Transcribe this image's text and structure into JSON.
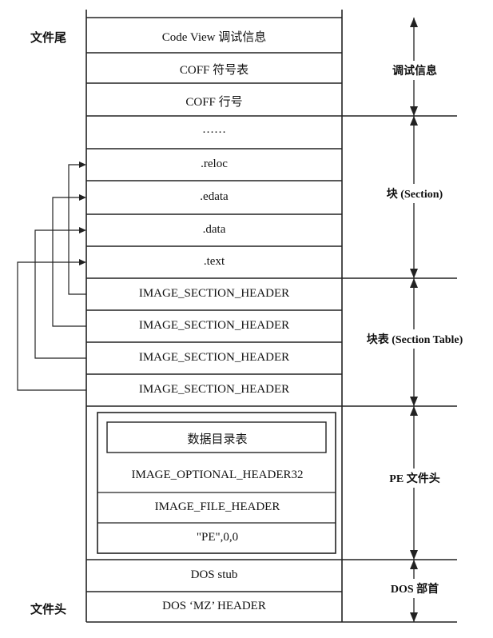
{
  "left_labels": {
    "file_end": "文件尾",
    "file_head": "文件头"
  },
  "cells": {
    "codeview": "Code View 调试信息",
    "coff_symbols": "COFF 符号表",
    "coff_lines": "COFF 行号",
    "ellipsis": "……",
    "reloc": ".reloc",
    "edata": ".edata",
    "data": ".data",
    "text": ".text",
    "section_header_1": "IMAGE_SECTION_HEADER",
    "section_header_2": "IMAGE_SECTION_HEADER",
    "section_header_3": "IMAGE_SECTION_HEADER",
    "section_header_4": "IMAGE_SECTION_HEADER",
    "data_directory": "数据目录表",
    "optional_header": "IMAGE_OPTIONAL_HEADER32",
    "file_header": "IMAGE_FILE_HEADER",
    "pe_signature": "\"PE\",0,0",
    "dos_stub": "DOS stub",
    "dos_header": "DOS ‘MZ’ HEADER"
  },
  "right_labels": {
    "debug_info": "调试信息",
    "sections": "块 (Section)",
    "section_table": "块表 (Section Table)",
    "pe_header": "PE 文件头",
    "dos_part": "DOS 部首"
  }
}
